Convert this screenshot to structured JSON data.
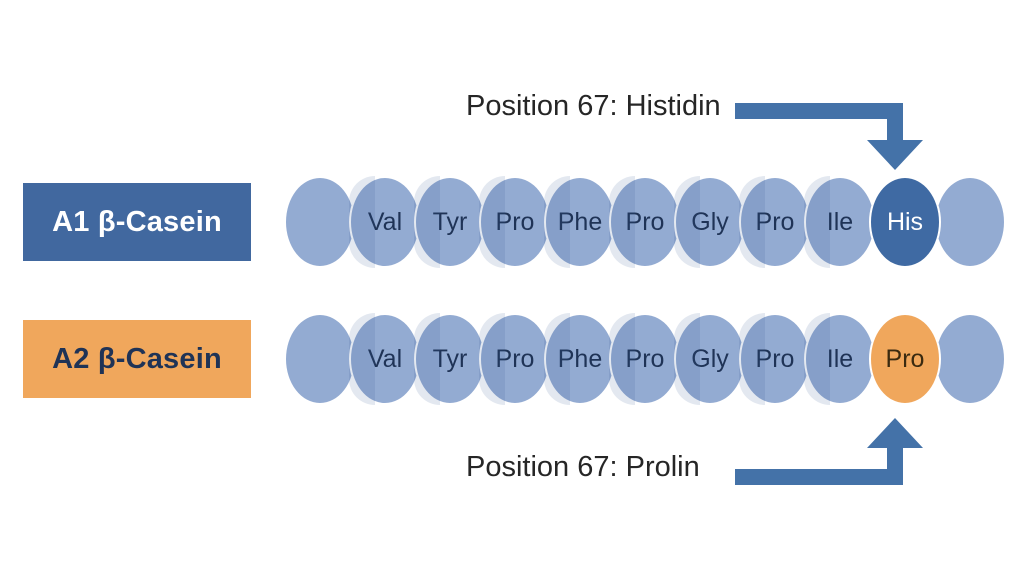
{
  "figure": {
    "title": "A1 vs A2 beta-casein amino acid sequence at position 67",
    "background_color": "#ffffff"
  },
  "colors": {
    "residue_default": "#93abd2",
    "residue_highlight_blue": "#3f6aa3",
    "residue_highlight_orange": "#f0a75c",
    "box_a1_fill": "#41689f",
    "box_a1_text": "#ffffff",
    "box_a2_fill": "#f0a75c",
    "box_a2_text": "#1f3356",
    "arrow_fill": "#4472a8",
    "annotation_text": "#262626",
    "residue_text": "#1f3356"
  },
  "rows": [
    {
      "id": "a1",
      "label": "A1 β-Casein",
      "residues": [
        {
          "label": "",
          "variant": "blank"
        },
        {
          "label": "Val",
          "variant": "default"
        },
        {
          "label": "Tyr",
          "variant": "default"
        },
        {
          "label": "Pro",
          "variant": "default"
        },
        {
          "label": "Phe",
          "variant": "default"
        },
        {
          "label": "Pro",
          "variant": "default"
        },
        {
          "label": "Gly",
          "variant": "default"
        },
        {
          "label": "Pro",
          "variant": "default"
        },
        {
          "label": "Ile",
          "variant": "default"
        },
        {
          "label": "His",
          "variant": "highlight-blue"
        },
        {
          "label": "",
          "variant": "blank"
        }
      ]
    },
    {
      "id": "a2",
      "label": "A2 β-Casein",
      "residues": [
        {
          "label": "",
          "variant": "blank"
        },
        {
          "label": "Val",
          "variant": "default"
        },
        {
          "label": "Tyr",
          "variant": "default"
        },
        {
          "label": "Pro",
          "variant": "default"
        },
        {
          "label": "Phe",
          "variant": "default"
        },
        {
          "label": "Pro",
          "variant": "default"
        },
        {
          "label": "Gly",
          "variant": "default"
        },
        {
          "label": "Pro",
          "variant": "default"
        },
        {
          "label": "Ile",
          "variant": "default"
        },
        {
          "label": "Pro",
          "variant": "highlight-orange"
        },
        {
          "label": "",
          "variant": "blank"
        }
      ]
    }
  ],
  "annotations": {
    "top": {
      "text": "Position 67: Histidin",
      "arrow": "elbow-arrow-down",
      "points_to": "A1 residue 67 (His)"
    },
    "bottom": {
      "text": "Position 67: Prolin",
      "arrow": "elbow-arrow-up",
      "points_to": "A2 residue 67 (Pro)"
    }
  }
}
